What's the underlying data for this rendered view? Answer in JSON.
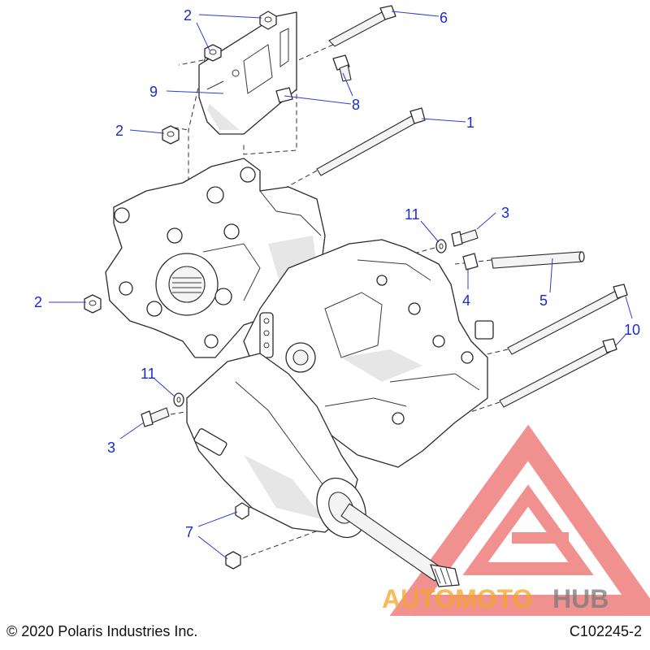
{
  "callouts": {
    "c1": "1",
    "c2a": "2",
    "c2b": "2",
    "c2c": "2",
    "c3a": "3",
    "c3b": "3",
    "c4": "4",
    "c5": "5",
    "c6": "6",
    "c7": "7",
    "c8": "8",
    "c9": "9",
    "c10": "10",
    "c11a": "11",
    "c11b": "11"
  },
  "watermark": {
    "part1": "AUTOMOTO",
    "part2": "HUB",
    "color_main": "#f5a623",
    "color_hub": "#7a7a7a",
    "triangle_color": "#e53935"
  },
  "footer": {
    "copyright": "© 2020 Polaris Industries Inc.",
    "drawing_id": "C102245-2"
  },
  "colors": {
    "callout": "#1a2bd6",
    "line": "#2a2a2a"
  }
}
